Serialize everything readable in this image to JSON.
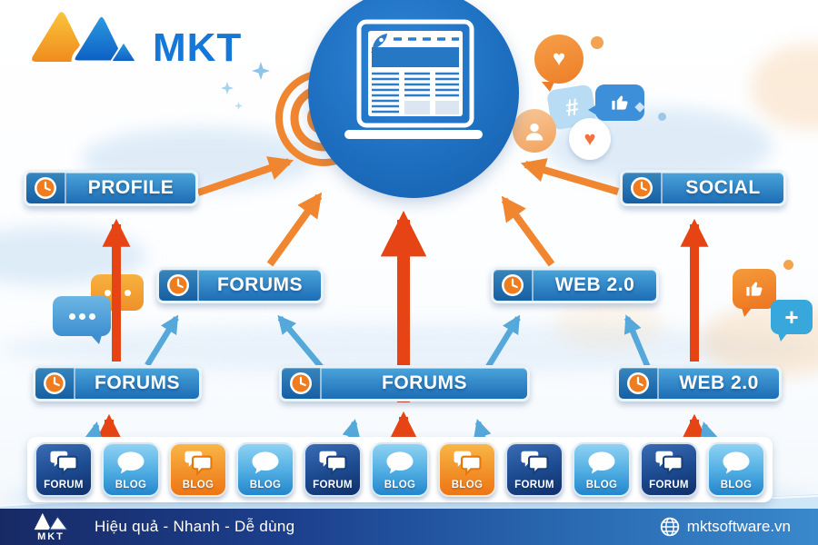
{
  "brand": {
    "logo_text": "MKT"
  },
  "center": {
    "icon": "laptop-rocket-website-illustration"
  },
  "tier1": [
    {
      "label": "PROFILE"
    },
    {
      "label": "SOCIAL"
    }
  ],
  "tier2": [
    {
      "label": "FORUMS"
    },
    {
      "label": "WEB 2.0"
    }
  ],
  "tier3": [
    {
      "label": "FORUMS"
    },
    {
      "label": "FORUMS"
    },
    {
      "label": "WEB 2.0"
    }
  ],
  "bottom_icons": [
    {
      "type": "forum",
      "label": "FORUM"
    },
    {
      "type": "blog",
      "label": "BLOG"
    },
    {
      "type": "blog-orange",
      "label": "BLOG"
    },
    {
      "type": "blog",
      "label": "BLOG"
    },
    {
      "type": "forum",
      "label": "FORUM"
    },
    {
      "type": "blog",
      "label": "BLOG"
    },
    {
      "type": "blog-orange",
      "label": "BLOG"
    },
    {
      "type": "forum",
      "label": "FORUM"
    },
    {
      "type": "blog",
      "label": "BLOG"
    },
    {
      "type": "forum",
      "label": "FORUM"
    },
    {
      "type": "blog",
      "label": "BLOG"
    }
  ],
  "footer": {
    "logo_text": "MKT",
    "tagline": "Hiệu quả - Nhanh - Dễ dùng",
    "website": "mktsoftware.vn"
  },
  "decor": {
    "heart": "♥",
    "hashtag": "#",
    "plus": "+"
  },
  "decor_icons": [
    "heart-bubble-icon",
    "hashtag-bubble-icon",
    "thumbs-up-bubble-icon",
    "heart-badge-icon",
    "person-bubble-icon",
    "chat-dots-bubble-icon",
    "thumbs-up-badge-icon",
    "plus-bubble-icon",
    "target-icon",
    "sparkle-icon",
    "rocket-icon",
    "globe-icon",
    "clock-icon",
    "speech-bubble-icon"
  ],
  "colors": {
    "bar_blue_top": "#4aa4da",
    "bar_blue_bottom": "#1d6db6",
    "arrow_orange": "#f08630",
    "arrow_red": "#e64414",
    "arrow_blue": "#55a8da",
    "forum_navy": "#123a7c",
    "blog_blue": "#2e8ed2",
    "blog_orange": "#ee7d18",
    "center_circle": "#1f72c6",
    "brand_blue": "#1478d8",
    "brand_orange": "#f29b1d",
    "footer_navy": "#182a66",
    "footer_blue": "#3a88cc"
  }
}
